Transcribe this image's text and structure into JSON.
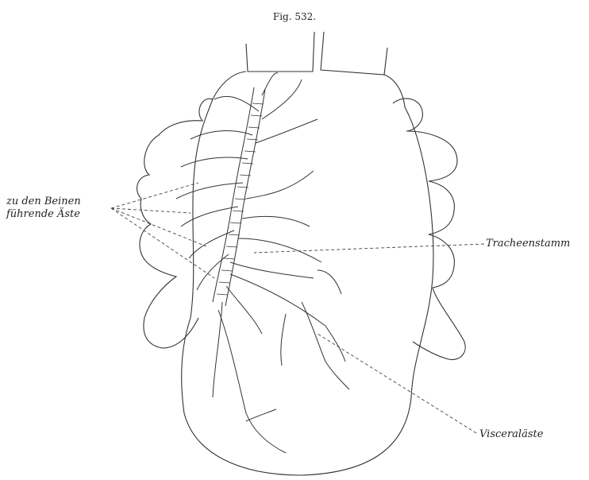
{
  "figure": {
    "title": "Fig. 532.",
    "labels": {
      "legs_line1": "zu den Beinen",
      "legs_line2": "führende Äste",
      "trachea": "Tracheenstamm",
      "visceral": "Visceraläste"
    }
  }
}
